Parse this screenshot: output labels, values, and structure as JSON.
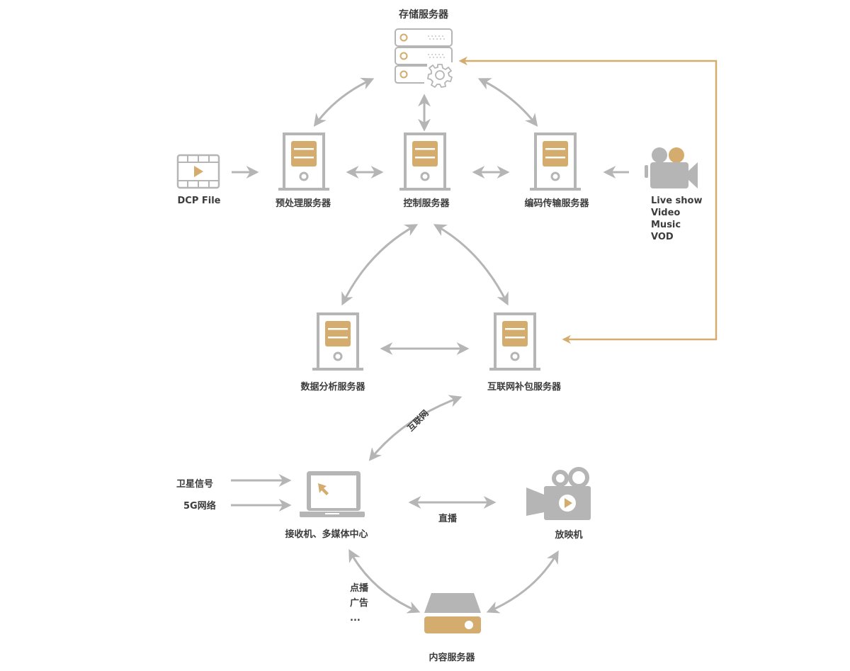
{
  "colors": {
    "gray": "#b5b5b5",
    "gold": "#d4ac6e",
    "text": "#3c3c3c"
  },
  "nodes": {
    "storage_server": "存储服务器",
    "dcp_file": "DCP File",
    "preprocess_server": "预处理服务器",
    "control_server": "控制服务器",
    "encode_server": "编码传输服务器",
    "camera_sources": [
      "Live show",
      "Video",
      "Music",
      "VOD"
    ],
    "analytics_server": "数据分析服务器",
    "internet_patch_server": "互联网补包服务器",
    "receiver": "接收机、多媒体中心",
    "projector": "放映机",
    "content_server": "内容服务器"
  },
  "edge_labels": {
    "internet": "互联网",
    "satellite": "卫星信号",
    "5g": "5G网络",
    "live": "直播",
    "vod_list": [
      "点播",
      "广告",
      "..."
    ]
  }
}
